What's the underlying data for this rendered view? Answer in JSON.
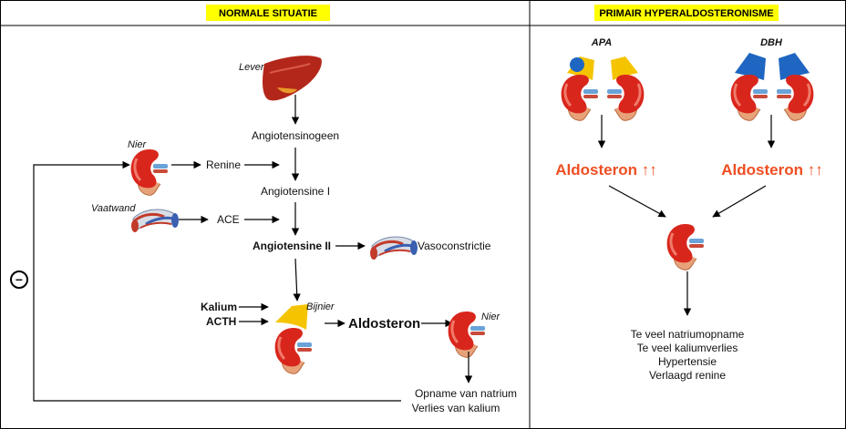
{
  "left_panel": {
    "header": "NORMALE SITUATIE",
    "lever_label": "Lever",
    "angiotensinogeen": "Angiotensinogeen",
    "nier_label": "Nier",
    "renine": "Renine",
    "angiotensine1": "Angiotensine I",
    "vaatwand_label": "Vaatwand",
    "ace": "ACE",
    "angiotensine2": "Angiotensine II",
    "vasoconstrictie": "Vasoconstrictie",
    "kalium": "Kalium",
    "acth": "ACTH",
    "bijnier_label": "Bijnier",
    "aldosteron": "Aldosteron",
    "nier2_label": "Nier",
    "opname": "Opname van natrium",
    "verlies": "Verlies van kalium",
    "feedback_sign": "−"
  },
  "right_panel": {
    "header": "PRIMAIR HYPERALDOSTERONISME",
    "apa_label": "APA",
    "dbh_label": "DBH",
    "aldosteron_left": "Aldosteron ↑↑",
    "aldosteron_right": "Aldosteron ↑↑",
    "effects": [
      "Te veel natriumopname",
      "Te veel kaliumverlies",
      "Hypertensie",
      "Verlaagd renine"
    ]
  },
  "colors": {
    "header_bg": "#ffff00",
    "accent_red": "#ee4e22",
    "kidney": "#d9261c",
    "adrenal": "#f5c400",
    "tumor": "#1f66c2",
    "liver": "#b3271a"
  }
}
